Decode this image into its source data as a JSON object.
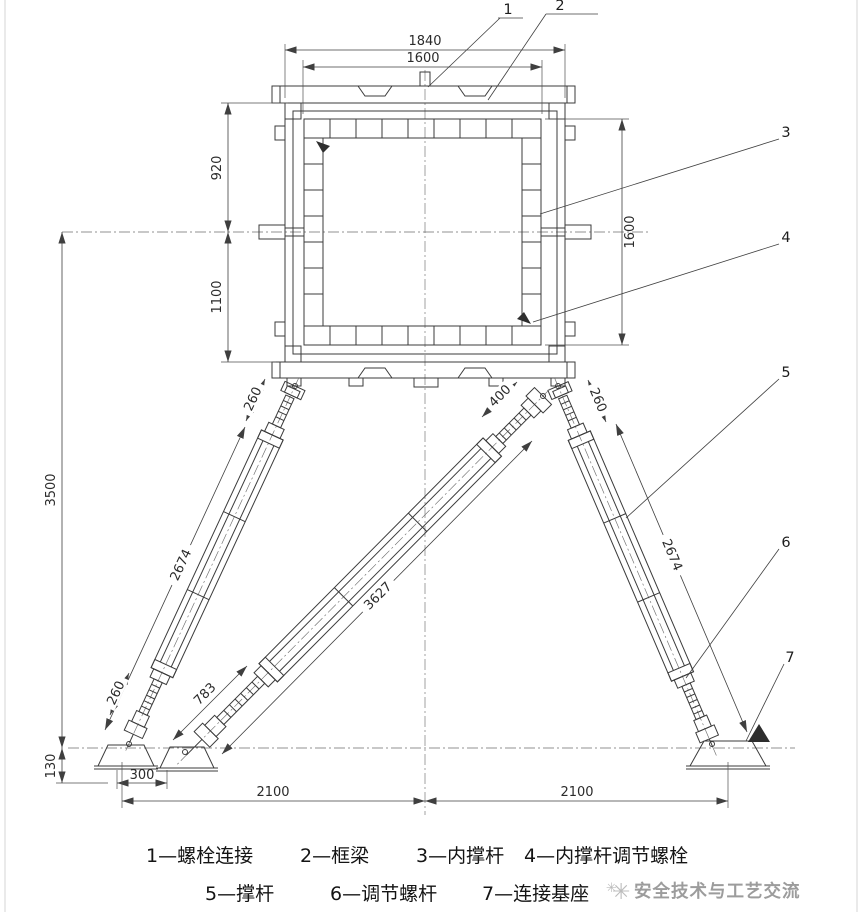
{
  "dims": {
    "top_outer_width": "1840",
    "top_inner_width": "1600",
    "left_upper": "920",
    "left_lower": "1100",
    "total_height": "3500",
    "right_inner_height": "1600",
    "base_height": "130",
    "base_width": "300",
    "span_left": "2100",
    "span_right": "2100",
    "strut_left_len": "2674",
    "strut_right_len": "2674",
    "strut_center_len": "3627",
    "lower_seg": "783",
    "top_offset": "400",
    "adj_left_top": "260",
    "adj_right_top": "260",
    "adj_left_bottom": "260"
  },
  "callouts": [
    "1",
    "2",
    "3",
    "4",
    "5",
    "6",
    "7"
  ],
  "legend": {
    "row1": [
      "1—螺栓连接",
      "2—框梁",
      "3—内撑杆",
      "4—内撑杆调节螺栓"
    ],
    "row2": [
      "5—撑杆",
      "6—调节螺杆",
      "7—连接基座"
    ]
  },
  "watermark": {
    "logo": "✳",
    "logo_small": "✳",
    "text": "安全技术与工艺交流"
  },
  "colors": {
    "line": "#3b3b3b",
    "dim": "#3f3f3f",
    "watermark": "#9c9c9c"
  }
}
